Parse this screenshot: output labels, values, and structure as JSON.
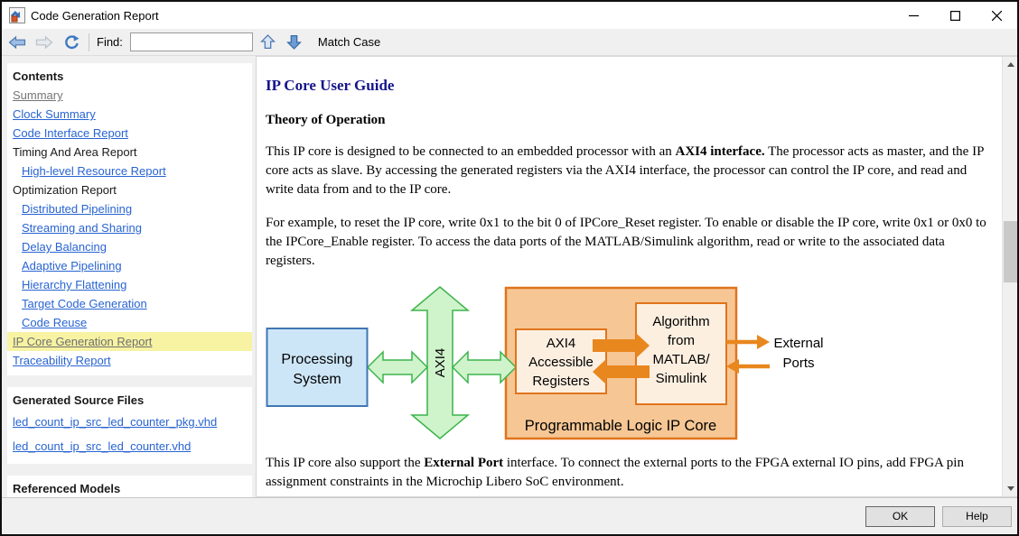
{
  "window": {
    "title": "Code Generation Report"
  },
  "icons": {
    "app": "simulink-report-icon",
    "minimize": "minimize-icon",
    "maximize": "maximize-icon",
    "close": "close-icon",
    "back": "back-arrow-icon",
    "forward": "forward-arrow-icon",
    "refresh": "refresh-icon",
    "find_previous": "up-arrow-icon",
    "find_next": "down-arrow-icon",
    "scroll_up": "triangle-up-icon",
    "scroll_down": "triangle-down-icon"
  },
  "toolbar": {
    "find_label": "Find:",
    "find_value": "",
    "match_case_label": "Match Case"
  },
  "sidebar": {
    "contents": {
      "header": "Contents",
      "items": [
        {
          "label": "Summary",
          "style": "visited",
          "indent": false
        },
        {
          "label": "Clock Summary",
          "style": "link",
          "indent": false
        },
        {
          "label": "Code Interface Report",
          "style": "link",
          "indent": false
        },
        {
          "label": "Timing And Area Report",
          "style": "plain",
          "indent": false
        },
        {
          "label": "High-level Resource Report",
          "style": "link",
          "indent": true
        },
        {
          "label": "Optimization Report",
          "style": "plain",
          "indent": false
        },
        {
          "label": "Distributed Pipelining",
          "style": "link",
          "indent": true
        },
        {
          "label": "Streaming and Sharing",
          "style": "link",
          "indent": true
        },
        {
          "label": "Delay Balancing",
          "style": "link",
          "indent": true
        },
        {
          "label": "Adaptive Pipelining",
          "style": "link",
          "indent": true
        },
        {
          "label": "Hierarchy Flattening",
          "style": "link",
          "indent": true
        },
        {
          "label": "Target Code Generation",
          "style": "link",
          "indent": true
        },
        {
          "label": "Code Reuse",
          "style": "link",
          "indent": true
        },
        {
          "label": "IP Core Generation Report",
          "style": "current",
          "indent": false
        },
        {
          "label": "Traceability Report",
          "style": "link",
          "indent": false
        }
      ]
    },
    "generated_files": {
      "header": "Generated Source Files",
      "files": [
        "led_count_ip_src_led_counter_pkg.vhd",
        "led_count_ip_src_led_counter.vhd"
      ]
    },
    "referenced_models": {
      "header": "Referenced Models"
    }
  },
  "main": {
    "title": "IP Core User Guide",
    "section_heading": "Theory of Operation",
    "para1": {
      "pre": "This IP core is designed to be connected to an embedded processor with an ",
      "bold": "AXI4 interface.",
      "post": " The processor acts as master, and the IP core acts as slave. By accessing the generated registers via the AXI4 interface, the processor can control the IP core, and read and write data from and to the IP core."
    },
    "para2": "For example, to reset the IP core, write 0x1 to the bit 0 of IPCore_Reset register. To enable or disable the IP core, write 0x1 or 0x0 to the IPCore_Enable register. To access the data ports of the MATLAB/Simulink algorithm, read or write to the associated data registers.",
    "para3": {
      "pre": "This IP core also support the ",
      "bold": "External Port",
      "post": " interface. To connect the external ports to the FPGA external IO pins, add FPGA pin assignment constraints in the Microchip Libero SoC environment."
    },
    "diagram": {
      "processing_system_l1": "Processing",
      "processing_system_l2": "System",
      "bus_label": "AXI4",
      "registers_l1": "AXI4",
      "registers_l2": "Accessible",
      "registers_l3": "Registers",
      "algorithm_l1": "Algorithm",
      "algorithm_l2": "from",
      "algorithm_l3": "MATLAB/",
      "algorithm_l4": "Simulink",
      "external_l1": "External",
      "external_l2": "Ports",
      "container_label": "Programmable Logic IP Core",
      "colors": {
        "blue_fill": "#CDE6F7",
        "blue_stroke": "#4076B4",
        "green_fill": "#CFF3CB",
        "green_stroke": "#3CB44B",
        "orange_fill": "#F6C795",
        "orange_stroke": "#E0741C",
        "inner_fill": "#FCEFE0",
        "arrow_orange": "#E8871E"
      }
    },
    "colors": {
      "link_blue": "#2864D2",
      "visited_gray": "#757575",
      "highlight_yellow": "#F7F3A3",
      "heading_navy": "#16168B"
    }
  },
  "footer": {
    "ok_label": "OK",
    "help_label": "Help"
  }
}
